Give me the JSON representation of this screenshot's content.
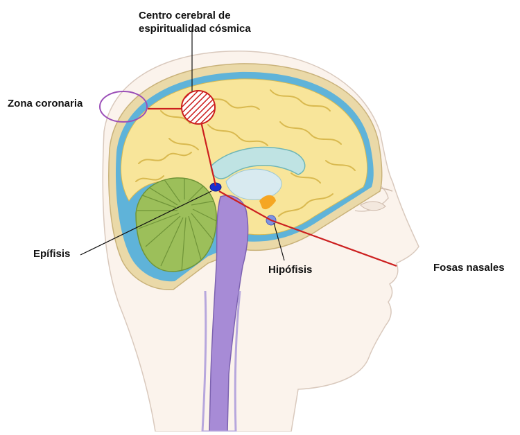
{
  "labels": {
    "centro_line1": "Centro cerebral de",
    "centro_line2": "espiritualidad cósmica",
    "zona_coronaria": "Zona coronaria",
    "epifisis": "Epífisis",
    "hipofisis": "Hipófisis",
    "fosas_nasales": "Fosas nasales"
  },
  "colors": {
    "skin": "#fbf3ec",
    "skin_outline": "#d9c9bd",
    "skull": "#ead9a8",
    "csf_blue": "#5fb3d9",
    "cerebrum": "#f8e59a",
    "cerebrum_fold": "#d9b94f",
    "cerebellum": "#9cbf5a",
    "brainstem": "#a78bd6",
    "corpus_callosum": "#bfe3e3",
    "pineal_blue": "#1a2fd1",
    "pituitary": "#7f93e0",
    "orange_nucleus": "#f5a623",
    "red_line": "#cc1f1f",
    "purple_circle": "#9b4fb8"
  }
}
